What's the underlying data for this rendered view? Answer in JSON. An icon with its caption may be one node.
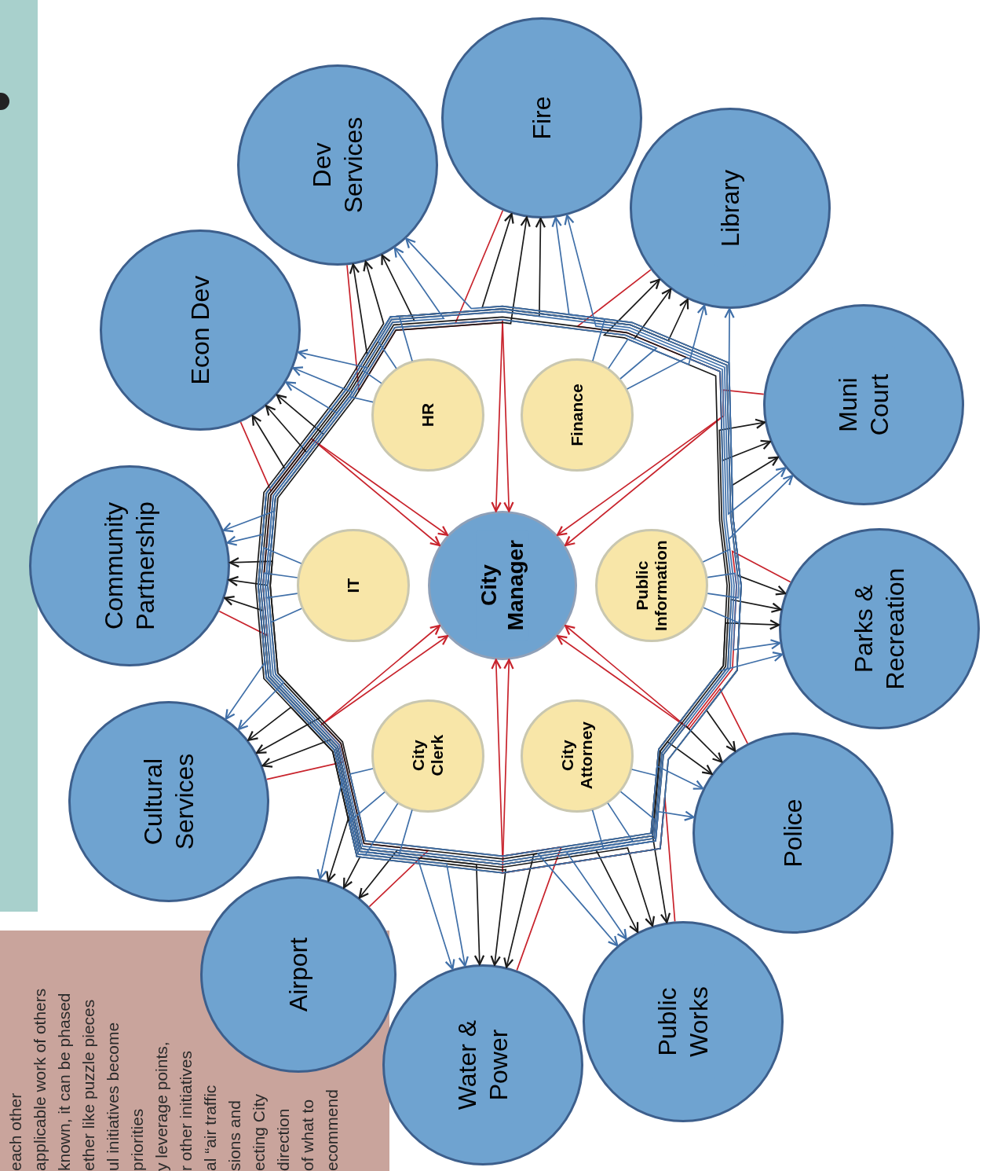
{
  "diagram": {
    "nodes": [
      {
        "text": [
          "Dev Services"
        ]
      },
      {
        "text": [
          "Fire"
        ]
      },
      {
        "text": [
          "Library"
        ]
      },
      {
        "text": [
          "Muni Court"
        ]
      },
      {
        "text": [
          "Parks & Recreation"
        ]
      },
      {
        "text": [
          "Police"
        ]
      },
      {
        "text": [
          "Public Works"
        ]
      },
      {
        "text": [
          "Water & Power"
        ]
      },
      {
        "text": [
          "Airport"
        ]
      },
      {
        "text": [
          "Cultural Services"
        ]
      },
      {
        "text": [
          "Community Partnership"
        ]
      },
      {
        "text": [
          "Econ Dev"
        ]
      },
      {
        "text": [
          "HR"
        ]
      },
      {
        "text": [
          "Finance"
        ]
      },
      {
        "text": [
          "Public Information"
        ]
      },
      {
        "text": [
          "City Attorney"
        ]
      },
      {
        "text": [
          "City Clerk"
        ]
      },
      {
        "text": [
          "IT"
        ]
      },
      {
        "text": [
          "City Manager"
        ]
      }
    ],
    "edges": [
      {
        "from": 0,
        "to": 18,
        "arrow": "to",
        "color": "#c8232c"
      },
      {
        "from": 1,
        "to": 18,
        "arrow": "to",
        "color": "#c8232c"
      },
      {
        "from": 2,
        "to": 18,
        "arrow": "to",
        "color": "#c8232c"
      },
      {
        "from": 3,
        "to": 18,
        "arrow": "to",
        "color": "#c8232c"
      },
      {
        "from": 4,
        "to": 18,
        "arrow": "to",
        "color": "#c8232c"
      },
      {
        "from": 5,
        "to": 18,
        "arrow": "to",
        "color": "#c8232c"
      },
      {
        "from": 6,
        "to": 18,
        "arrow": "to",
        "color": "#c8232c"
      },
      {
        "from": 7,
        "to": 18,
        "arrow": "to",
        "color": "#c8232c"
      },
      {
        "from": 8,
        "to": 18,
        "arrow": "to",
        "color": "#c8232c"
      },
      {
        "from": 9,
        "to": 18,
        "arrow": "to",
        "color": "#c8232c"
      },
      {
        "from": 10,
        "to": 18,
        "arrow": "to",
        "color": "#c8232c"
      },
      {
        "from": 11,
        "to": 18,
        "arrow": "to",
        "color": "#c8232c"
      },
      {
        "from": 0,
        "to": 4,
        "arrow": "both",
        "color": "#1a1a1a"
      },
      {
        "from": 1,
        "to": 5,
        "arrow": "both",
        "color": "#1a1a1a"
      },
      {
        "from": 2,
        "to": 6,
        "arrow": "both",
        "color": "#1a1a1a"
      },
      {
        "from": 3,
        "to": 7,
        "arrow": "both",
        "color": "#1a1a1a"
      },
      {
        "from": 4,
        "to": 8,
        "arrow": "both",
        "color": "#1a1a1a"
      },
      {
        "from": 5,
        "to": 9,
        "arrow": "both",
        "color": "#1a1a1a"
      },
      {
        "from": 6,
        "to": 10,
        "arrow": "both",
        "color": "#1a1a1a"
      },
      {
        "from": 7,
        "to": 11,
        "arrow": "both",
        "color": "#1a1a1a"
      },
      {
        "from": 8,
        "to": 0,
        "arrow": "both",
        "color": "#1a1a1a"
      },
      {
        "from": 9,
        "to": 1,
        "arrow": "both",
        "color": "#1a1a1a"
      },
      {
        "from": 10,
        "to": 2,
        "arrow": "both",
        "color": "#1a1a1a"
      },
      {
        "from": 11,
        "to": 3,
        "arrow": "both",
        "color": "#1a1a1a"
      },
      {
        "from": 0,
        "to": 6,
        "arrow": "both",
        "color": "#1a1a1a"
      },
      {
        "from": 1,
        "to": 7,
        "arrow": "both",
        "color": "#1a1a1a"
      },
      {
        "from": 2,
        "to": 8,
        "arrow": "both",
        "color": "#1a1a1a"
      },
      {
        "from": 3,
        "to": 9,
        "arrow": "both",
        "color": "#1a1a1a"
      },
      {
        "from": 4,
        "to": 10,
        "arrow": "both",
        "color": "#1a1a1a"
      },
      {
        "from": 5,
        "to": 11,
        "arrow": "both",
        "color": "#1a1a1a"
      },
      {
        "from": 12,
        "to": 11,
        "arrow": "to"
      },
      {
        "from": 12,
        "to": 0,
        "arrow": "to"
      },
      {
        "from": 12,
        "to": 3,
        "arrow": "to"
      },
      {
        "from": 12,
        "to": 7,
        "arrow": "to"
      },
      {
        "from": 13,
        "to": 1,
        "arrow": "to"
      },
      {
        "from": 13,
        "to": 2,
        "arrow": "to"
      },
      {
        "from": 13,
        "to": 9,
        "arrow": "to"
      },
      {
        "from": 13,
        "to": 6,
        "arrow": "to"
      },
      {
        "from": 14,
        "to": 3,
        "arrow": "to"
      },
      {
        "from": 14,
        "to": 4,
        "arrow": "to"
      },
      {
        "from": 14,
        "to": 10,
        "arrow": "to"
      },
      {
        "from": 14,
        "to": 0,
        "arrow": "to"
      },
      {
        "from": 15,
        "to": 5,
        "arrow": "to"
      },
      {
        "from": 15,
        "to": 6,
        "arrow": "to"
      },
      {
        "from": 15,
        "to": 11,
        "arrow": "to"
      },
      {
        "from": 15,
        "to": 1,
        "arrow": "to"
      },
      {
        "from": 16,
        "to": 8,
        "arrow": "to"
      },
      {
        "from": 16,
        "to": 9,
        "arrow": "to"
      },
      {
        "from": 16,
        "to": 2,
        "arrow": "to"
      },
      {
        "from": 16,
        "to": 4,
        "arrow": "to"
      },
      {
        "from": 17,
        "to": 10,
        "arrow": "to"
      },
      {
        "from": 17,
        "to": 11,
        "arrow": "to"
      },
      {
        "from": 17,
        "to": 5,
        "arrow": "to"
      },
      {
        "from": 17,
        "to": 7,
        "arrow": "to"
      }
    ],
    "labels": [
      "each other",
      "applicable work of others",
      "known, it can be phased",
      "ether like puzzle pieces",
      "ul initiatives become",
      "priorities",
      "y leverage points,",
      "r other initiatives",
      "al “air traffic",
      "sions and",
      "ecting City",
      "direction",
      "of what to",
      "ecommend"
    ]
  }
}
